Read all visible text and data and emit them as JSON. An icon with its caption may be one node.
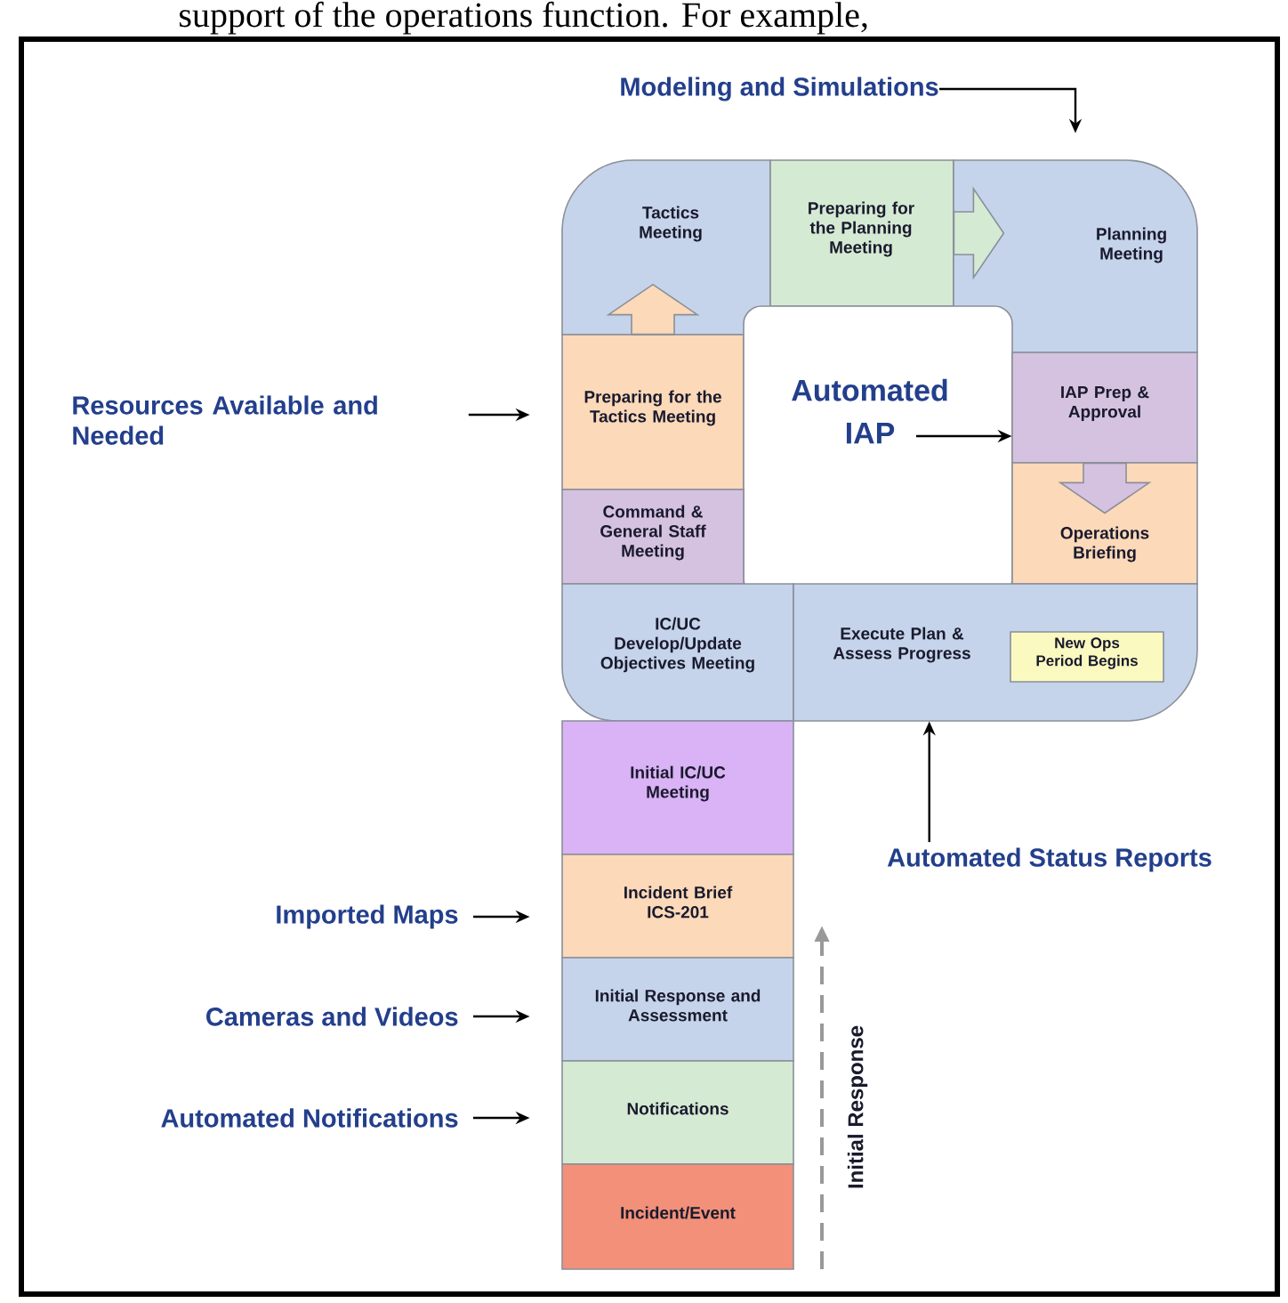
{
  "diagram": {
    "nodes": [
      {
        "text": [
          "Modeling and Simulations"
        ]
      },
      {
        "text": [
          "Tactics Meeting"
        ]
      },
      {
        "text": [
          "Preparing for the Planning Meeting"
        ]
      },
      {
        "text": [
          "Planning Meeting"
        ]
      },
      {
        "text": [
          "Resources Available and Needed"
        ]
      },
      {
        "text": [
          "Preparing for the Tactics Meeting"
        ]
      },
      {
        "text": [
          "Automated IAP"
        ]
      },
      {
        "text": [
          "IAP Prep & Approval"
        ]
      },
      {
        "text": [
          "Command & General Staff Meeting"
        ]
      },
      {
        "text": [
          "Operations Briefing"
        ]
      },
      {
        "text": [
          "IC/UC Develop/Update Objectives Meeting"
        ]
      },
      {
        "text": [
          "Execute Plan & Assess Progress"
        ]
      },
      {
        "text": [
          "New Ops Period Begins"
        ],
        "in": 11
      },
      {
        "text": [
          "Initial IC/UC Meeting"
        ]
      },
      {
        "text": [
          "Automated Status Reports"
        ]
      },
      {
        "text": [
          "Imported Maps"
        ]
      },
      {
        "text": [
          "Incident Brief ICS-201"
        ]
      },
      {
        "text": [
          "Cameras and Videos"
        ]
      },
      {
        "text": [
          "Initial Response and Assessment"
        ]
      },
      {
        "text": [
          "Automated Notifications"
        ]
      },
      {
        "text": [
          "Notifications"
        ]
      },
      {
        "text": [
          "Incident/Event"
        ]
      }
    ],
    "edges": [
      {
        "from": 0,
        "to": 3,
        "arrow": "to"
      },
      {
        "from": 5,
        "to": 1,
        "arrow": "to",
        "color": "#fcd9b8"
      },
      {
        "from": 2,
        "to": 3,
        "arrow": "to",
        "color": "#d5ead3"
      },
      {
        "from": 7,
        "to": 9,
        "arrow": "to",
        "color": "#d5c2e0"
      },
      {
        "from": 4,
        "to": 5,
        "arrow": "to"
      },
      {
        "from": 6,
        "to": 7,
        "arrow": "to"
      },
      {
        "from": 14,
        "to": 11,
        "arrow": "to"
      },
      {
        "from": 15,
        "to": 16,
        "arrow": "to"
      },
      {
        "from": 17,
        "to": 18,
        "arrow": "to"
      },
      {
        "from": 19,
        "to": 20,
        "arrow": "to"
      }
    ],
    "labels": [
      "support of the operations function.  For example,",
      "Initial Response"
    ]
  }
}
